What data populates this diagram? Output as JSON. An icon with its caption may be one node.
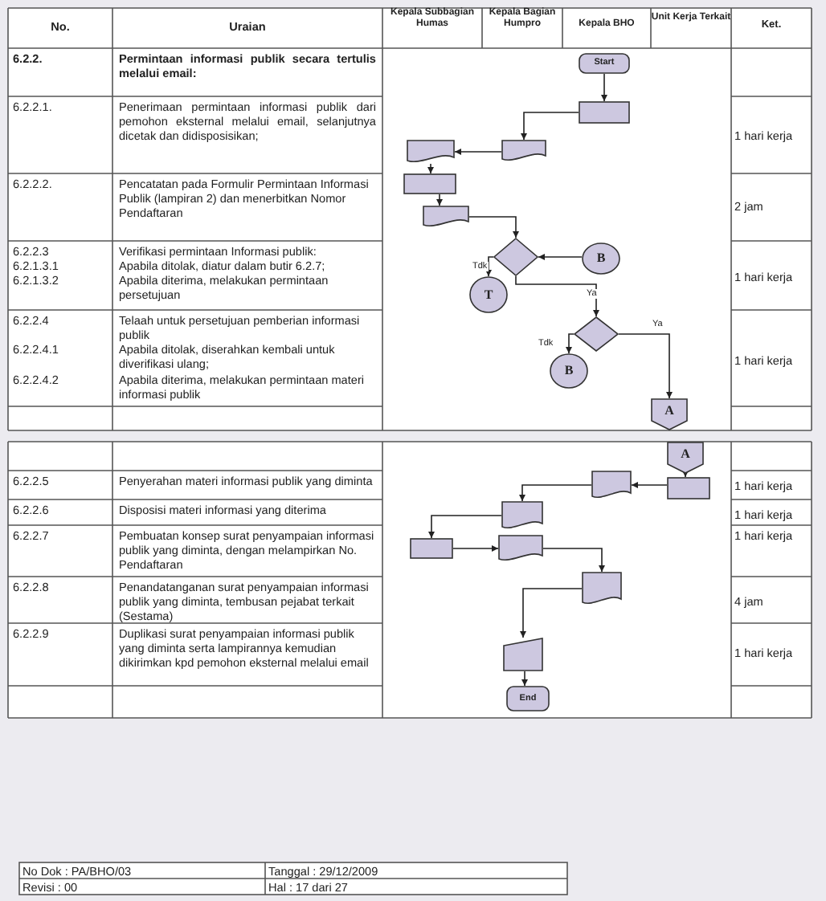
{
  "diagram": {
    "nodes": [
      {
        "text": [
          "Start"
        ]
      },
      {
        "text": [],
        "shape": "box"
      },
      {
        "text": [],
        "shape": "document"
      },
      {
        "text": [],
        "shape": "document"
      },
      {
        "text": [],
        "shape": "box"
      },
      {
        "text": [],
        "shape": "document"
      },
      {
        "text": [],
        "shape": "diamond"
      },
      {
        "text": [
          "B"
        ]
      },
      {
        "text": [
          "T"
        ]
      },
      {
        "text": [],
        "shape": "diamond"
      },
      {
        "text": [
          "B"
        ]
      },
      {
        "text": [
          "A"
        ]
      },
      {
        "text": [
          "A"
        ]
      },
      {
        "text": [],
        "shape": "box"
      },
      {
        "text": [],
        "shape": "document"
      },
      {
        "text": [],
        "shape": "document"
      },
      {
        "text": [],
        "shape": "box"
      },
      {
        "text": [],
        "shape": "document"
      },
      {
        "text": [],
        "shape": "document"
      },
      {
        "text": [],
        "shape": "trapezoid"
      },
      {
        "text": [
          "End"
        ]
      }
    ],
    "edges": [
      {
        "from": 0,
        "to": 1,
        "arrow": "to"
      },
      {
        "from": 1,
        "to": 2,
        "arrow": "to"
      },
      {
        "from": 2,
        "to": 3,
        "arrow": "to"
      },
      {
        "from": 3,
        "to": 4,
        "arrow": "to"
      },
      {
        "from": 4,
        "to": 5,
        "arrow": "to"
      },
      {
        "from": 5,
        "to": 6,
        "arrow": "to"
      },
      {
        "from": 7,
        "to": 6,
        "arrow": "to"
      },
      {
        "from": 6,
        "to": 8,
        "arrow": "to",
        "label": "Tdk"
      },
      {
        "from": 6,
        "to": 9,
        "arrow": "to",
        "label": "Ya"
      },
      {
        "from": 9,
        "to": 10,
        "arrow": "to",
        "label": "Tdk"
      },
      {
        "from": 9,
        "to": 11,
        "arrow": "to",
        "label": "Ya"
      },
      {
        "from": 12,
        "to": 13,
        "arrow": "to"
      },
      {
        "from": 13,
        "to": 14,
        "arrow": "to"
      },
      {
        "from": 14,
        "to": 15,
        "arrow": "to"
      },
      {
        "from": 15,
        "to": 16,
        "arrow": "to"
      },
      {
        "from": 16,
        "to": 17,
        "arrow": "to"
      },
      {
        "from": 17,
        "to": 18,
        "arrow": "to"
      },
      {
        "from": 18,
        "to": 19,
        "arrow": "to"
      },
      {
        "from": 19,
        "to": 20,
        "arrow": "to"
      }
    ],
    "labels": [
      "No.",
      "Uraian",
      "Kepala Subbagian Humas",
      "Kepala Bagian Humpro",
      "Kepala BHO",
      "Unit Kerja Terkait",
      "Ket.",
      "6.2.2.",
      "Permintaan informasi publik secara tertulis melalui email:",
      "6.2.2.1.",
      "Penerimaan permintaan informasi publik dari pemohon eksternal melalui email, selanjutnya dicetak dan didisposisikan;",
      "1 hari kerja",
      "6.2.2.2.",
      "Pencatatan pada Formulir Permintaan Informasi Publik (lampiran 2) dan menerbitkan Nomor Pendaftaran",
      "2 jam",
      "6.2.2.3",
      "Verifikasi permintaan Informasi publik:",
      "6.2.1.3.1",
      "Apabila ditolak, diatur dalam butir 6.2.7;",
      "6.2.1.3.2",
      "Apabila diterima, melakukan permintaan persetujuan",
      "1 hari kerja",
      "6.2.2.4",
      "Telaah untuk persetujuan pemberian informasi publik",
      "6.2.2.4.1",
      "Apabila ditolak, diserahkan kembali untuk diverifikasi ulang;",
      "6.2.2.4.2",
      "Apabila diterima, melakukan permintaan materi informasi publik",
      "1 hari kerja",
      "6.2.2.5",
      "Penyerahan materi informasi publik yang diminta",
      "1 hari kerja",
      "6.2.2.6",
      "Disposisi materi informasi yang diterima",
      "1 hari kerja",
      "6.2.2.7",
      "Pembuatan konsep surat penyampaian informasi publik yang diminta, dengan melampirkan No. Pendaftaran",
      "1 hari kerja",
      "6.2.2.8",
      "Penandatanganan surat penyampaian informasi publik yang diminta, tembusan pejabat terkait (Sestama)",
      "4 jam",
      "6.2.2.9",
      "Duplikasi surat penyampaian informasi publik yang diminta serta lampirannya kemudian dikirimkan kpd pemohon eksternal melalui email",
      "1 hari kerja",
      "No Dok : PA/BHO/03",
      "Tanggal : 29/12/2009",
      "Revisi : 00",
      "Hal : 17 dari 27"
    ]
  }
}
